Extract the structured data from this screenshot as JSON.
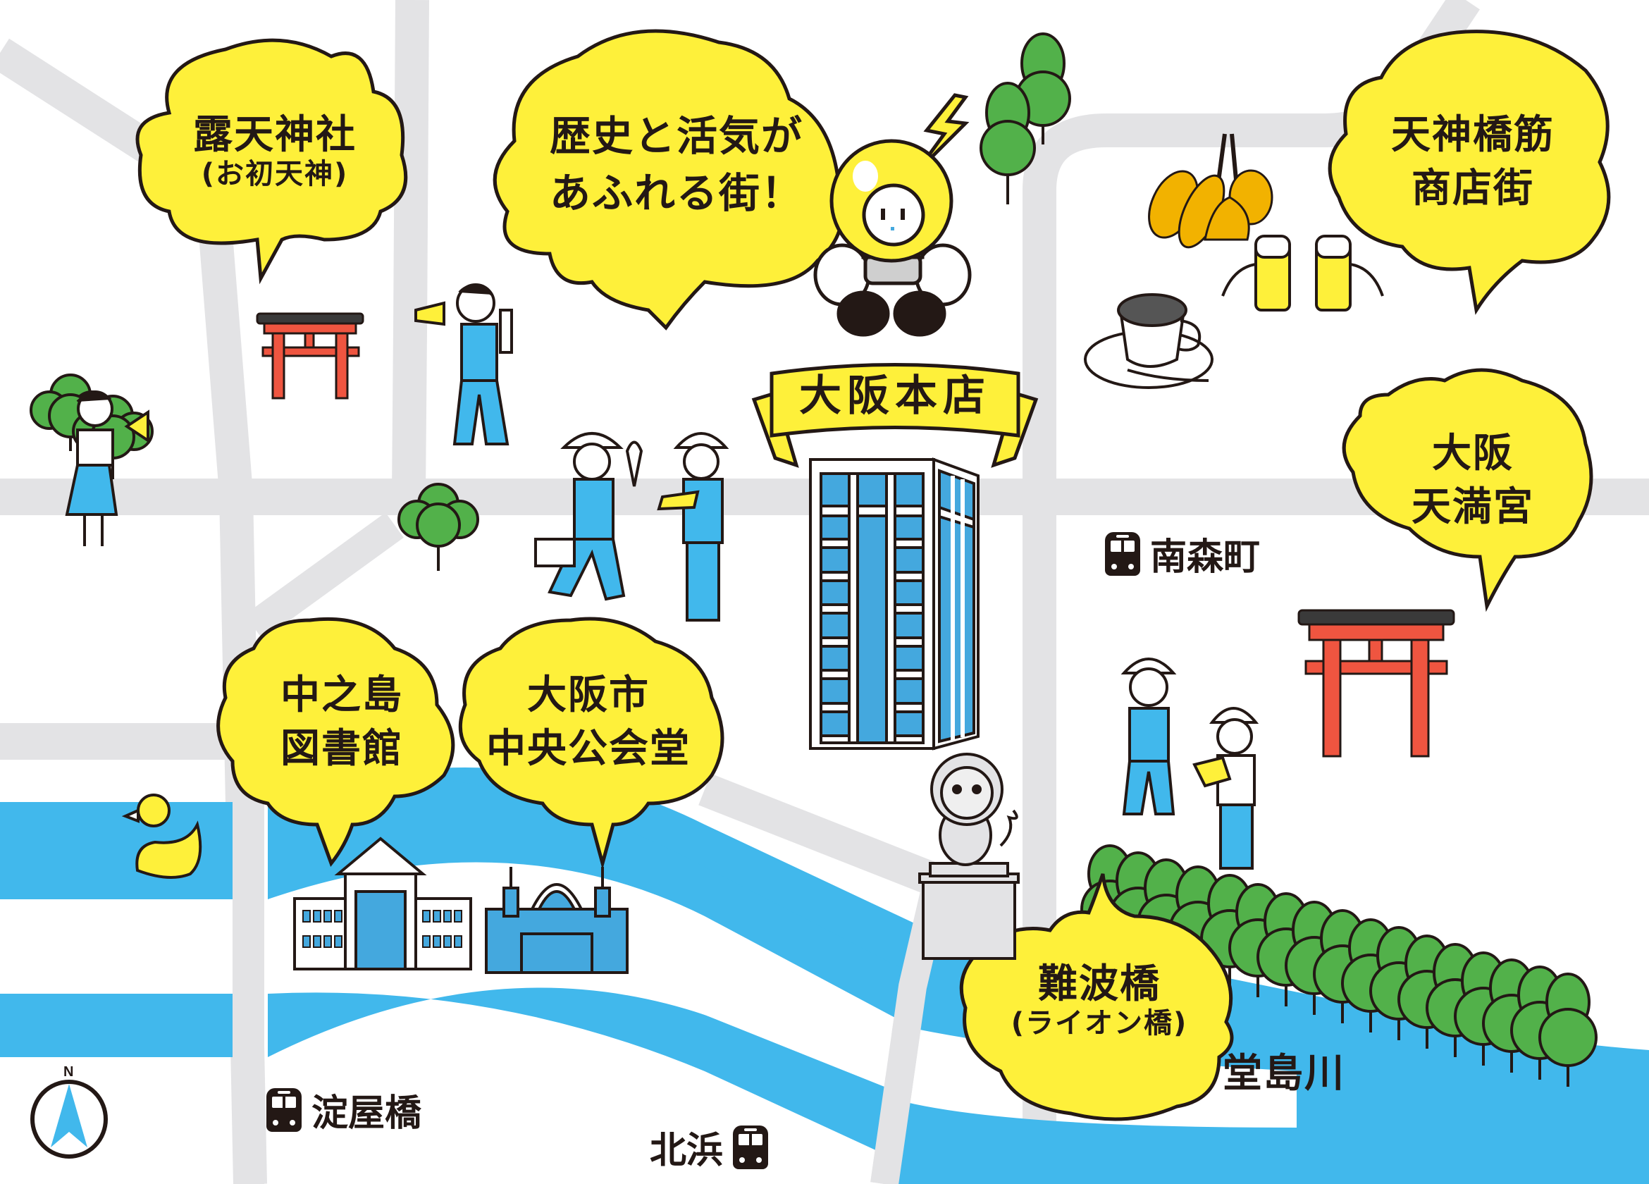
{
  "map": {
    "title": "大阪本店",
    "slogan": [
      "歴史と活気が",
      "あふれる街！"
    ],
    "colors": {
      "road": "#e3e3e5",
      "river": "#41b8ec",
      "bubble_yellow": "#fef03a",
      "outline": "#231815",
      "tree_green": "#52b14a",
      "torii_red": "#ef5540",
      "building_blue": "#44a8de"
    },
    "landmarks": [
      {
        "id": "tsuyu-tenjin",
        "name": "露天神社",
        "sub": "(お初天神)"
      },
      {
        "id": "tenjinbashisuji",
        "name": "天神橋筋",
        "name2": "商店街"
      },
      {
        "id": "tenmangu",
        "name": "大阪",
        "name2": "天満宮"
      },
      {
        "id": "nakanoshima-library",
        "name": "中之島",
        "name2": "図書館"
      },
      {
        "id": "central-hall",
        "name": "大阪市",
        "name2": "中央公会堂"
      },
      {
        "id": "naniwabashi",
        "name": "難波橋",
        "sub": "(ライオン橋)"
      }
    ],
    "stations": [
      {
        "id": "minamimorimachi",
        "name": "南森町"
      },
      {
        "id": "yodoyabashi",
        "name": "淀屋橋"
      },
      {
        "id": "kitahama",
        "name": "北浜"
      }
    ],
    "river_label": "堂島川",
    "compass": {
      "north_label": "N"
    }
  }
}
